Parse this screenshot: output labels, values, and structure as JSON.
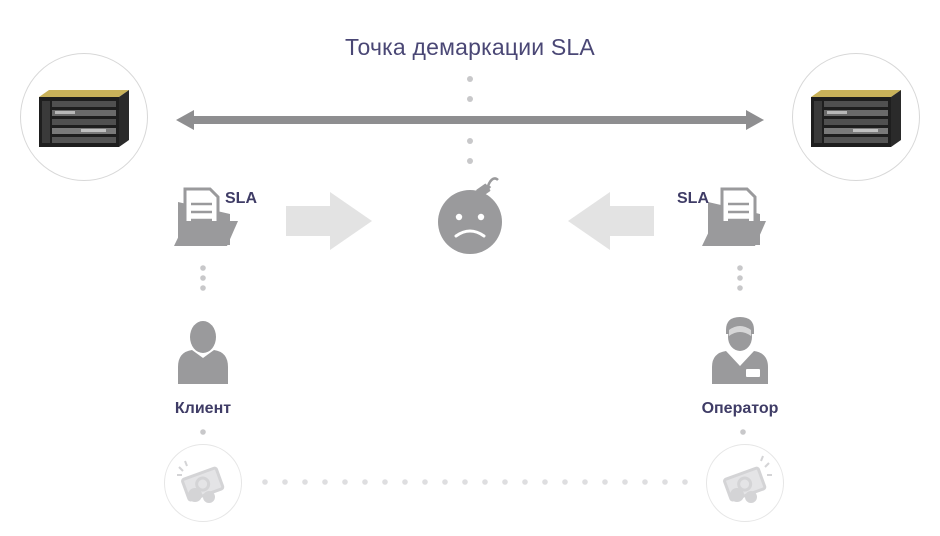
{
  "title": "Точка демаркации SLA",
  "left": {
    "doc_label": "SLA",
    "person_label": "Клиент"
  },
  "right": {
    "doc_label": "SLA",
    "person_label": "Оператор"
  },
  "icons": {
    "left_device": "network-router-chassis",
    "right_device": "network-router-chassis",
    "center": "sad-bomb-icon",
    "left_doc": "document-folder-icon",
    "right_doc": "document-folder-icon",
    "left_person": "user-icon",
    "right_person": "operator-user-icon",
    "left_money": "money-icon",
    "right_money": "money-icon"
  },
  "colors": {
    "text": "#4a4775",
    "icon_gray": "#9a9a9c",
    "arrow_light": "#e2e2e2",
    "dot": "#c8c8ca"
  }
}
